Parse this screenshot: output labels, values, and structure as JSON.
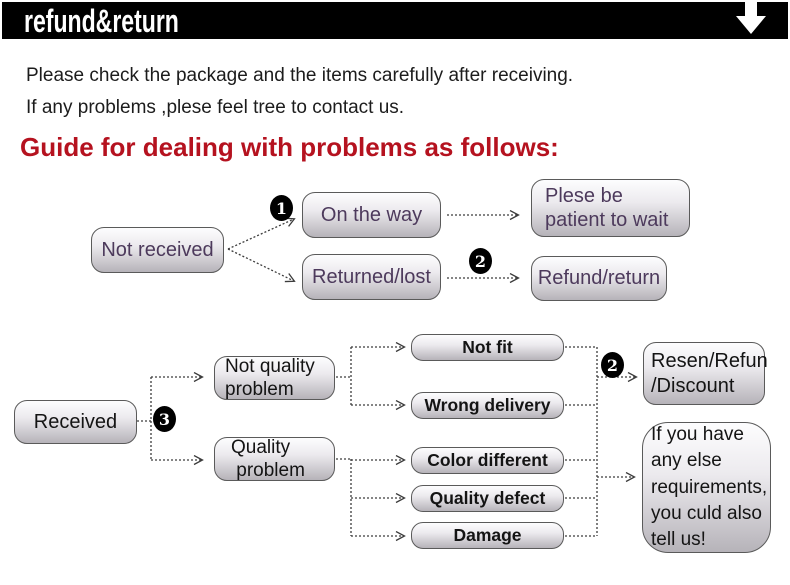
{
  "header": {
    "title": "refund&return",
    "arrow_icon": "down-arrow"
  },
  "intro": {
    "line1": "Please check the package and the items carefully after receiving.",
    "line2": "If any problems ,plese feel tree to contact us."
  },
  "guide_heading": "Guide for dealing with problems as follows:",
  "colors": {
    "banner_bg": "#000000",
    "banner_text": "#ffffff",
    "heading_red": "#b5121f",
    "flow1_text_purple": "#4d3a5c",
    "flow2_text_black": "#141414",
    "box_gradient_top": "#fdfdfe",
    "box_gradient_bottom": "#b6b3b9",
    "box_border": "#5a5a5a",
    "connector": "#3c3c3c"
  },
  "flow1": {
    "not_received": "Not received",
    "badge_1": "1",
    "on_the_way": "On the way",
    "returned_lost": "Returned/lost",
    "please_wait": "Plese be\npatient to wait",
    "badge_2": "2",
    "refund_return": "Refund/return"
  },
  "flow2": {
    "received": "Received",
    "badge_3": "3",
    "not_quality_problem": "Not quality\nproblem",
    "quality_problem": "Quality\n problem",
    "not_fit": "Not fit",
    "wrong_delivery": "Wrong delivery",
    "color_different": "Color different",
    "quality_defect": "Quality defect",
    "damage": "Damage",
    "badge_2": "2",
    "resend_refund_discount": "Resen/Refun\n/Discount",
    "other_requirements": "If you have\nany else\nrequirements,\nyou culd also\ntell us!"
  }
}
